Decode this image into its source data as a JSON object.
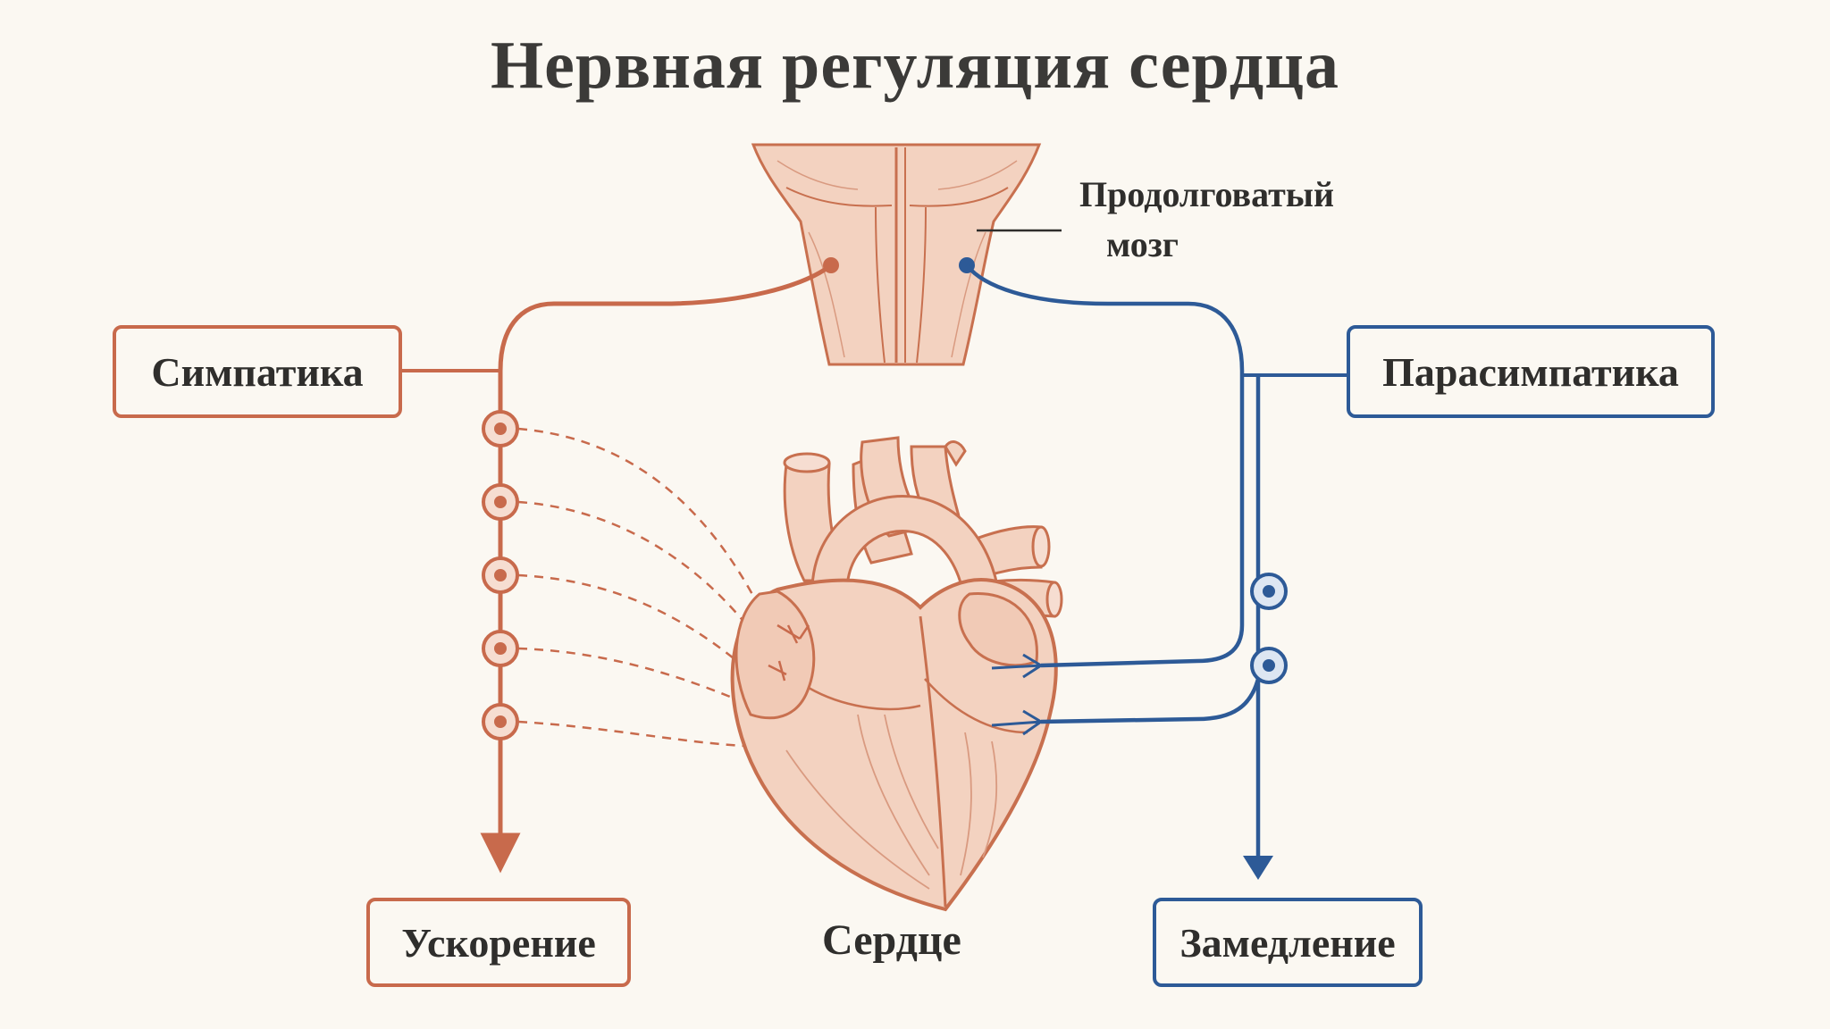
{
  "title": "Нервная регуляция сердца",
  "brain_label": {
    "line1": "Продолговатый",
    "line2": "мозг"
  },
  "boxes": {
    "sympathetic": "Симпатика",
    "parasympathetic": "Парасимпатика",
    "acceleration": "Ускорение",
    "deceleration": "Замедление"
  },
  "heart_label": "Сердце",
  "colors": {
    "sympathetic": "#c86a4c",
    "parasympathetic": "#2d5a97",
    "tissue_fill": "#f3d2c0",
    "tissue_stroke": "#c8704f",
    "background": "#fbf8f2",
    "text": "#2f2e2c"
  }
}
